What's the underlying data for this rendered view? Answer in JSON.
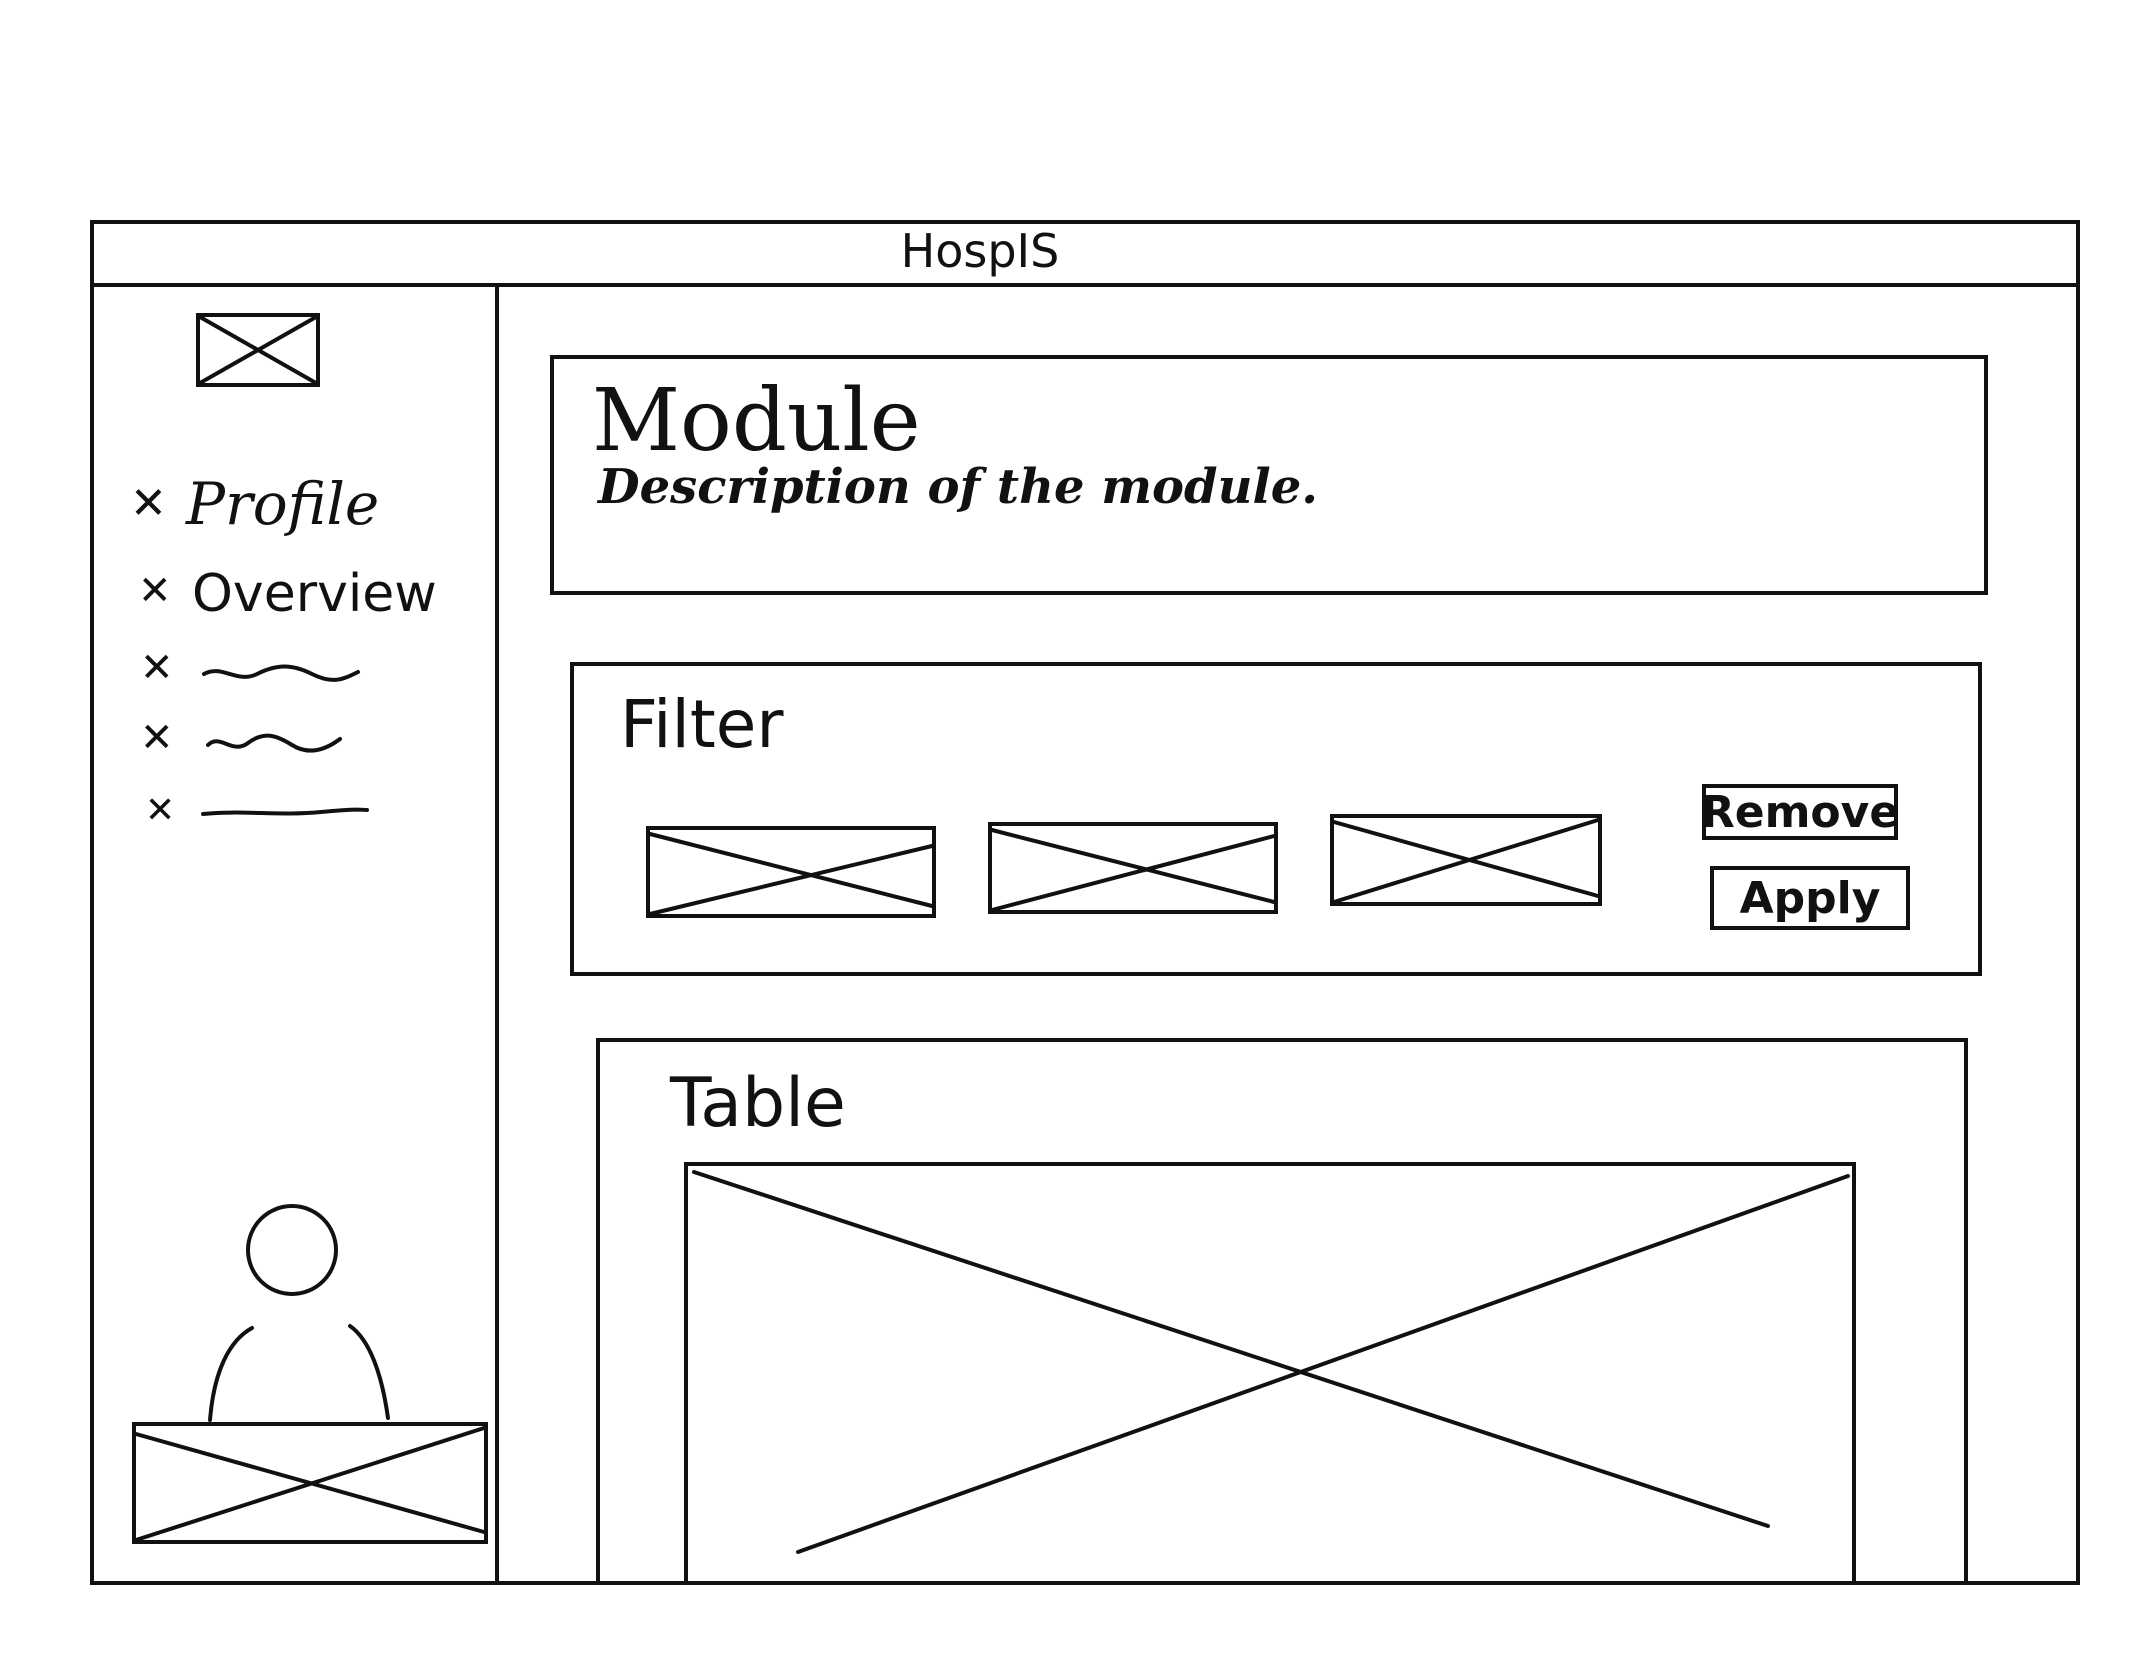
{
  "window": {
    "title": "HospIS"
  },
  "sidebar": {
    "logo_icon": "image-placeholder-icon",
    "items": [
      {
        "label": "Profile"
      },
      {
        "label": "Overview"
      },
      {
        "label": ""
      },
      {
        "label": ""
      },
      {
        "label": ""
      }
    ],
    "avatar_icon": "user-avatar-icon"
  },
  "header": {
    "title": "Module",
    "description": "Description of the module."
  },
  "filter": {
    "title": "Filter",
    "fields": [
      {
        "icon": "image-placeholder-icon"
      },
      {
        "icon": "image-placeholder-icon"
      },
      {
        "icon": "image-placeholder-icon"
      }
    ],
    "remove_label": "Remove",
    "apply_label": "Apply"
  },
  "table": {
    "title": "Table",
    "content_icon": "image-placeholder-icon"
  }
}
